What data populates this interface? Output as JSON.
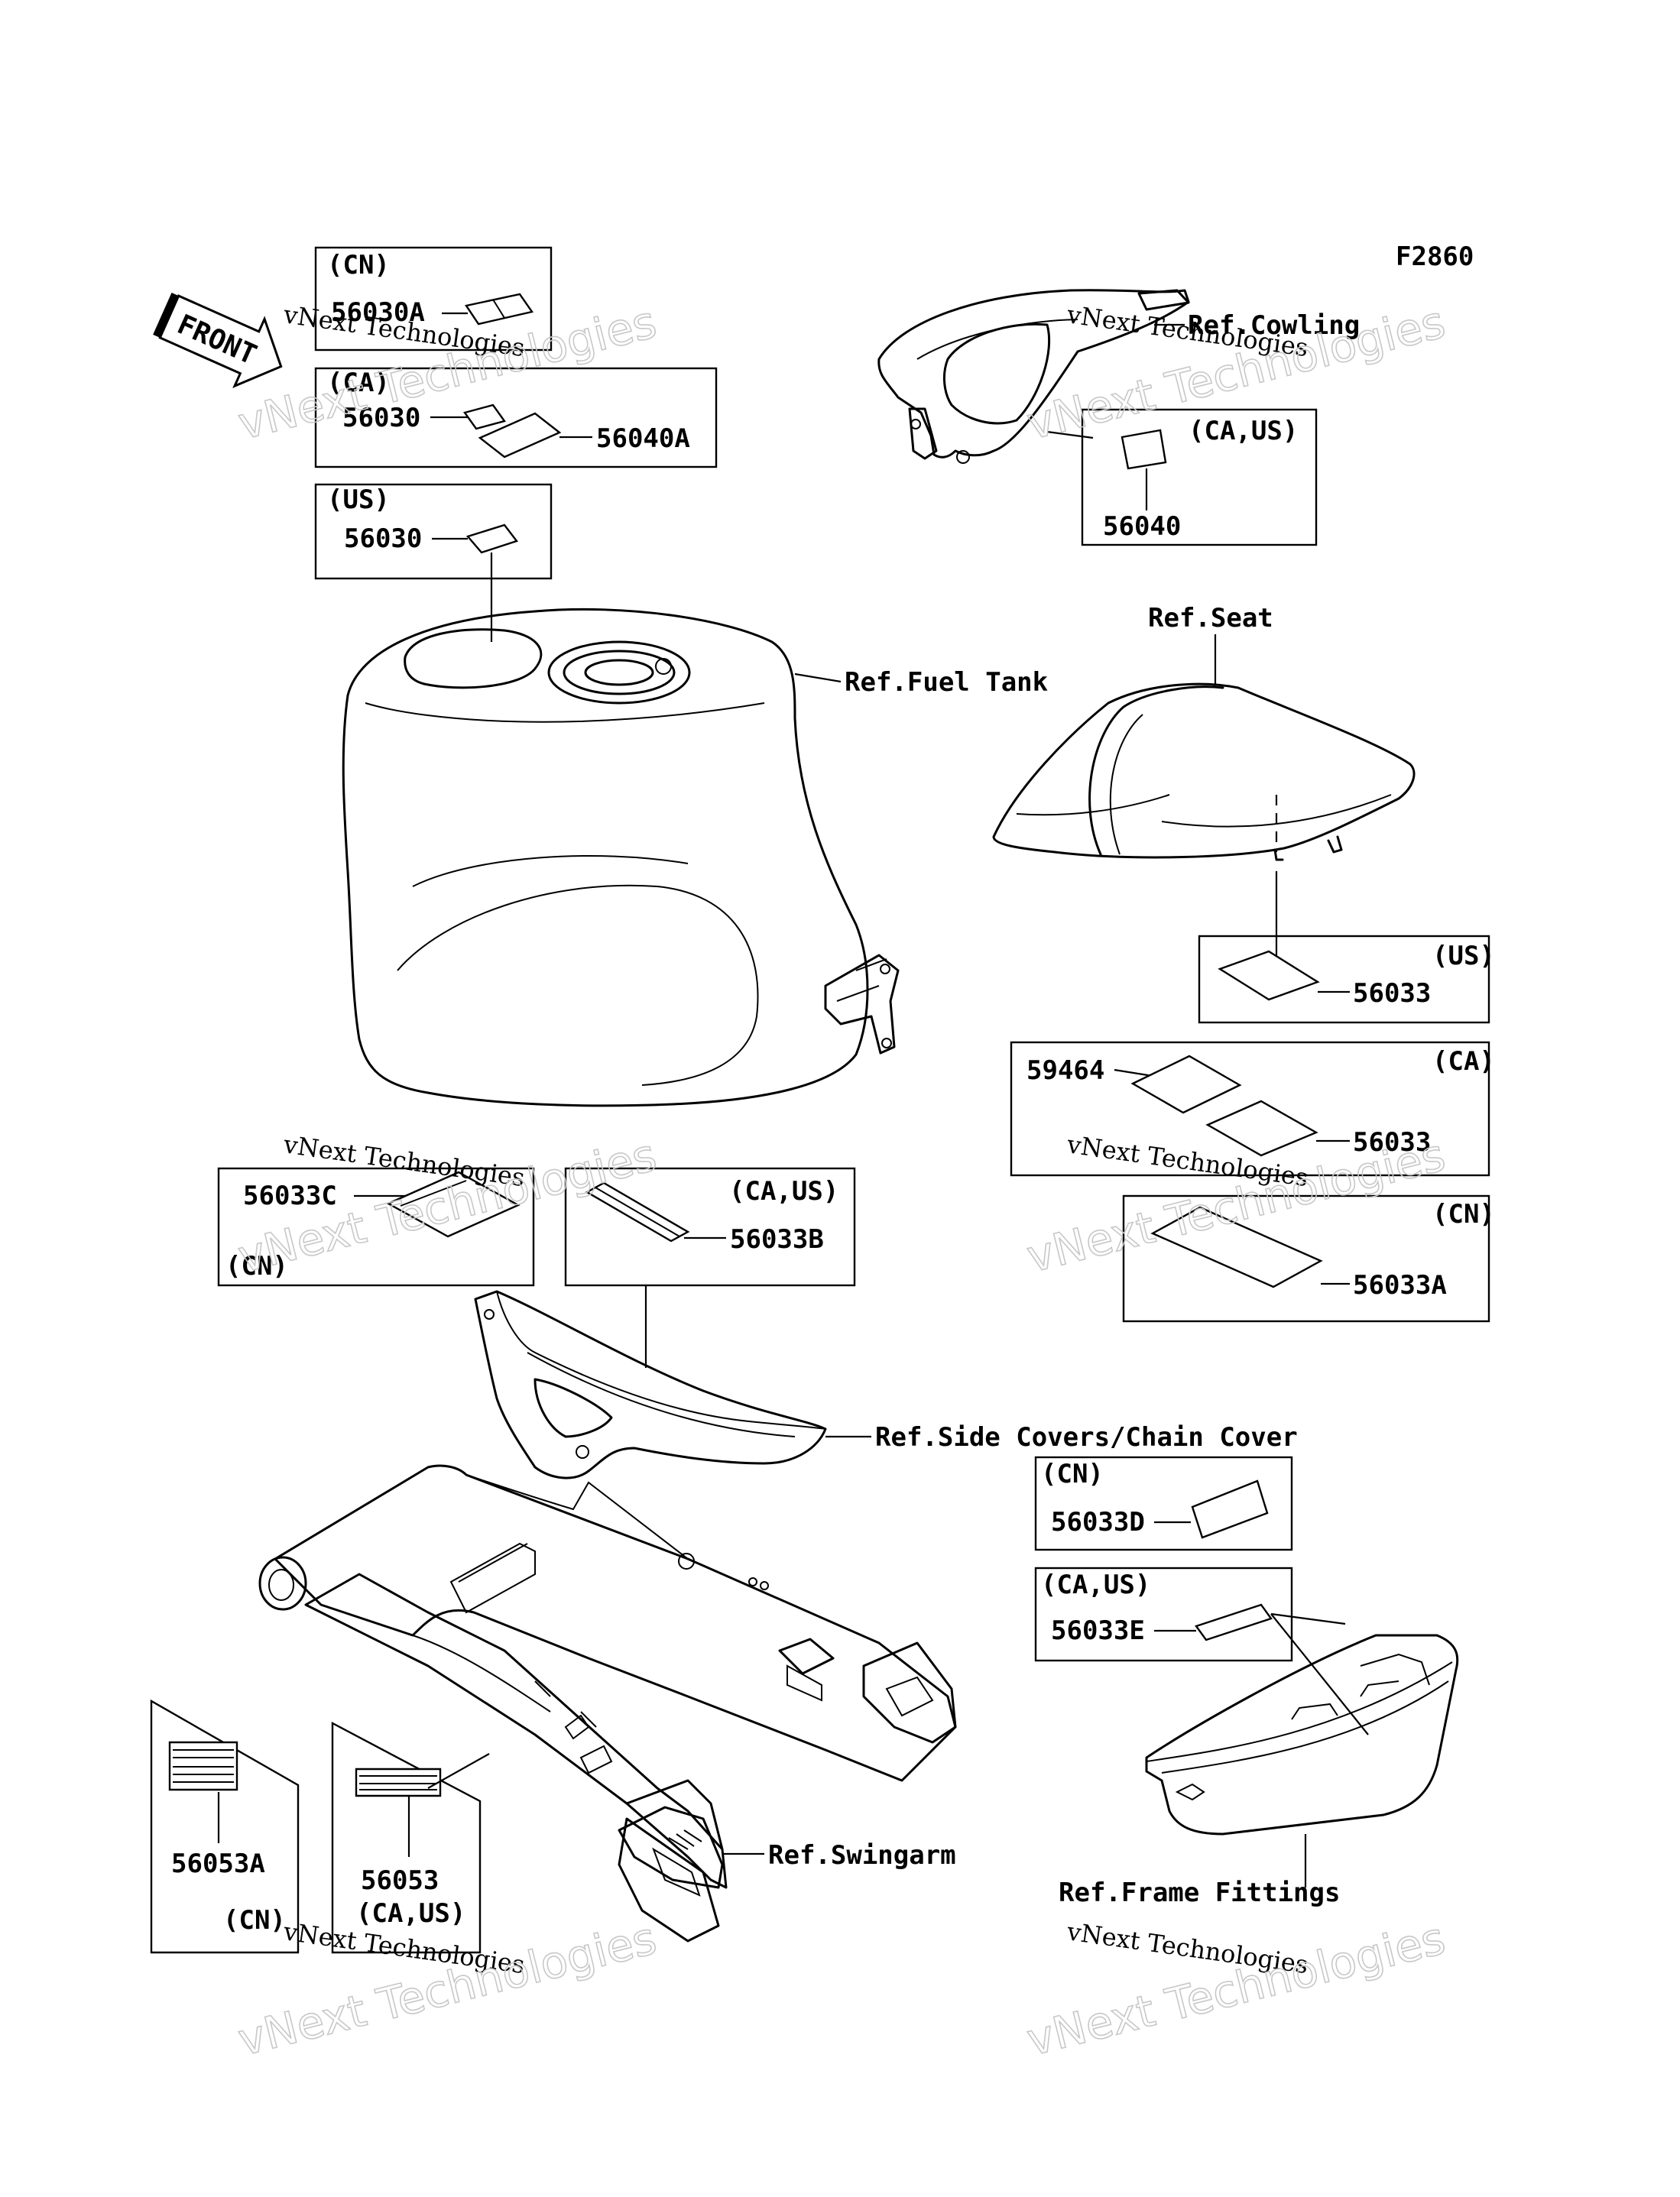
{
  "figure_code": "F2860",
  "front_arrow": "FRONT",
  "watermark": {
    "line1": "vNext Technologies",
    "line2": "vNext Technologies"
  },
  "refs": {
    "cowling": "Ref.Cowling",
    "fuel_tank": "Ref.Fuel Tank",
    "seat": "Ref.Seat",
    "side_covers": "Ref.Side Covers/Chain Cover",
    "swingarm": "Ref.Swingarm",
    "frame_fittings": "Ref.Frame Fittings"
  },
  "groups": {
    "cn_tank": {
      "region": "(CN)",
      "parts": [
        "56030A"
      ]
    },
    "ca_tank": {
      "region": "(CA)",
      "parts": [
        "56030",
        "56040A"
      ]
    },
    "us_tank": {
      "region": "(US)",
      "parts": [
        "56030"
      ]
    },
    "cowling": {
      "region": "(CA,US)",
      "parts": [
        "56040"
      ]
    },
    "seat_us": {
      "region": "(US)",
      "parts": [
        "56033"
      ]
    },
    "seat_ca": {
      "region": "(CA)",
      "parts": [
        "59464",
        "56033"
      ]
    },
    "seat_cn": {
      "region": "(CN)",
      "parts": [
        "56033A"
      ]
    },
    "chain_cn": {
      "region": "(CN)",
      "parts": [
        "56033C"
      ]
    },
    "chain_caus": {
      "region": "(CA,US)",
      "parts": [
        "56033B"
      ]
    },
    "frame_cn": {
      "region": "(CN)",
      "parts": [
        "56033D"
      ]
    },
    "frame_caus": {
      "region": "(CA,US)",
      "parts": [
        "56033E"
      ]
    },
    "swing_cn": {
      "region": "(CN)",
      "parts": [
        "56053A"
      ]
    },
    "swing_caus": {
      "region": "(CA,US)",
      "parts": [
        "56053"
      ]
    }
  }
}
